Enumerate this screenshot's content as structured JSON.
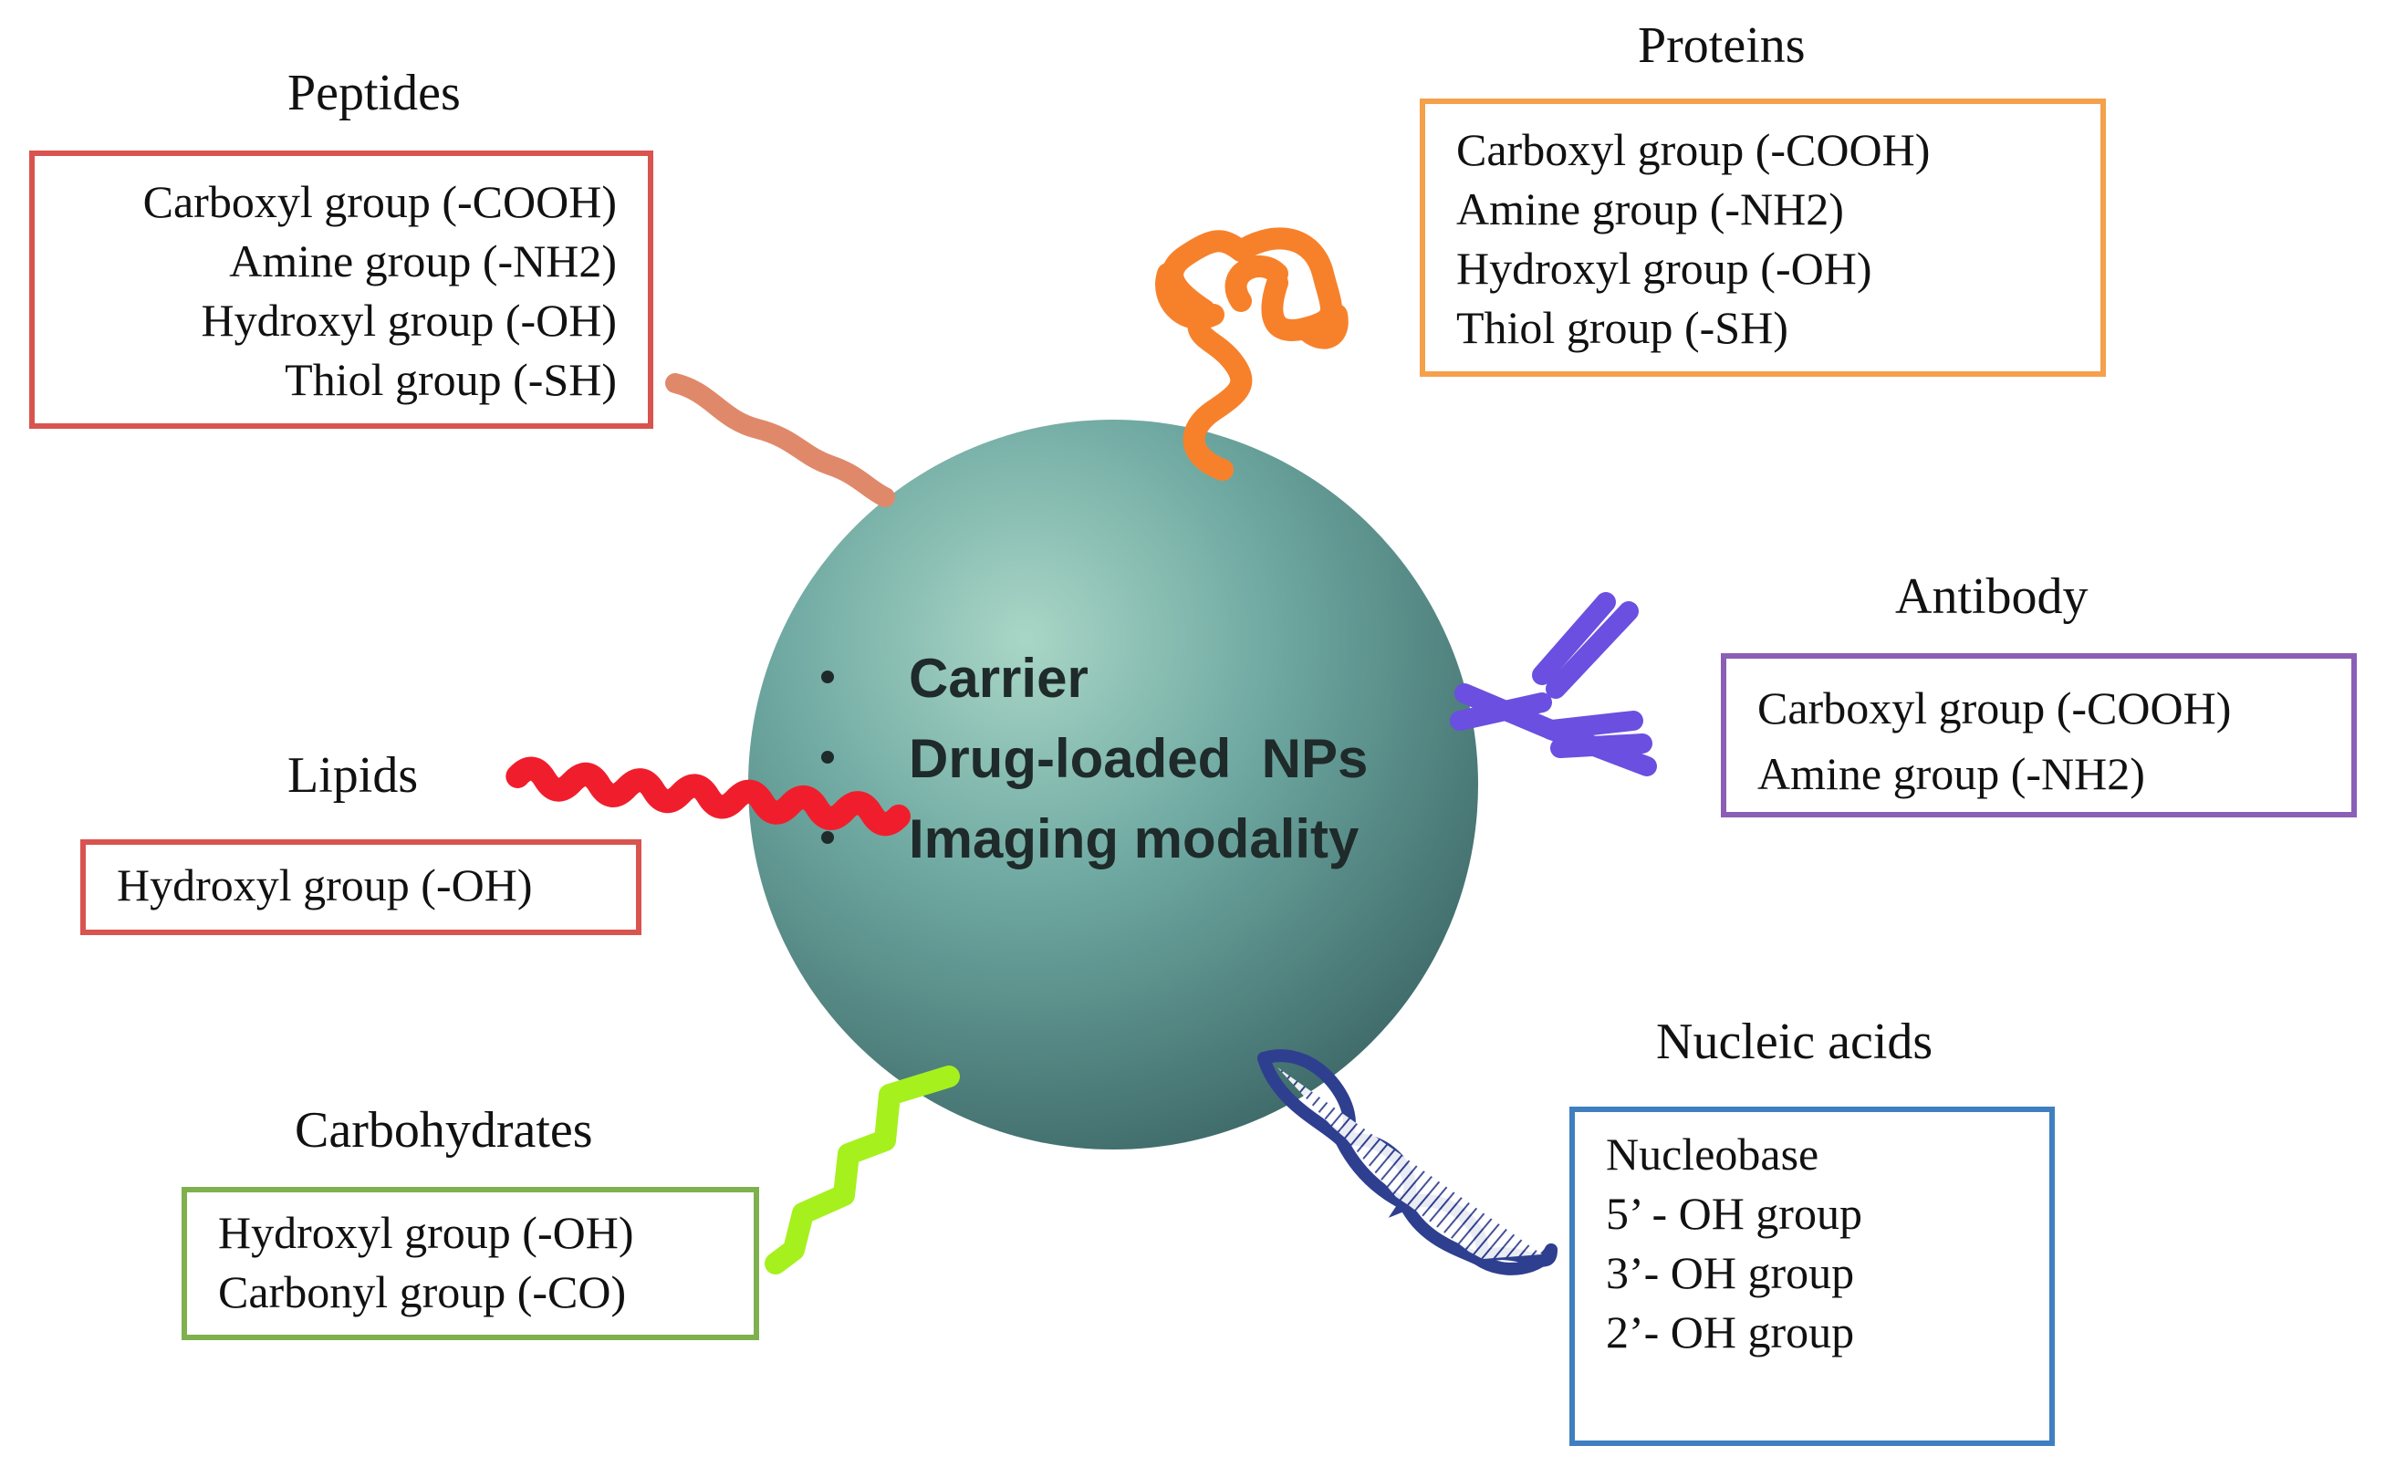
{
  "center": {
    "items": [
      "Carrier",
      "Drug-loaded  NPs",
      "Imaging modality"
    ]
  },
  "groups": {
    "peptides": {
      "title": "Peptides",
      "lines": [
        "Carboxyl group (-COOH)",
        "Amine group (-NH2)",
        "Hydroxyl group (-OH)",
        "Thiol group (-SH)"
      ],
      "color": "#d9534f"
    },
    "proteins": {
      "title": "Proteins",
      "lines": [
        "Carboxyl group (-COOH)",
        "Amine group (-NH2)",
        "Hydroxyl group (-OH)",
        "Thiol group (-SH)"
      ],
      "color": "#f5a04b"
    },
    "antibody": {
      "title": "Antibody",
      "lines": [
        "Carboxyl group (-COOH)",
        "Amine group (-NH2)"
      ],
      "color": "#8a5fb5"
    },
    "lipids": {
      "title": "Lipids",
      "lines": [
        "Hydroxyl group (-OH)"
      ],
      "color": "#d9534f"
    },
    "carbohydrates": {
      "title": "Carbohydrates",
      "lines": [
        "Hydroxyl group (-OH)",
        "Carbonyl group (-CO)"
      ],
      "color": "#7fb04e"
    },
    "nucleic_acids": {
      "title": "Nucleic acids",
      "lines": [
        "Nucleobase",
        "5’ - OH group",
        "3’- OH group",
        "2’- OH group"
      ],
      "color": "#3f7fc0"
    }
  },
  "ligand_colors": {
    "peptide_chain": "#e0896a",
    "protein_coil": "#f7812b",
    "antibody": "#6a4fe0",
    "lipid_chain": "#f01e2c",
    "carbohydrate_chain": "#a6f01e",
    "dna_helix": "#2f3f8f"
  },
  "nanoparticle_color": "#5b9c96"
}
